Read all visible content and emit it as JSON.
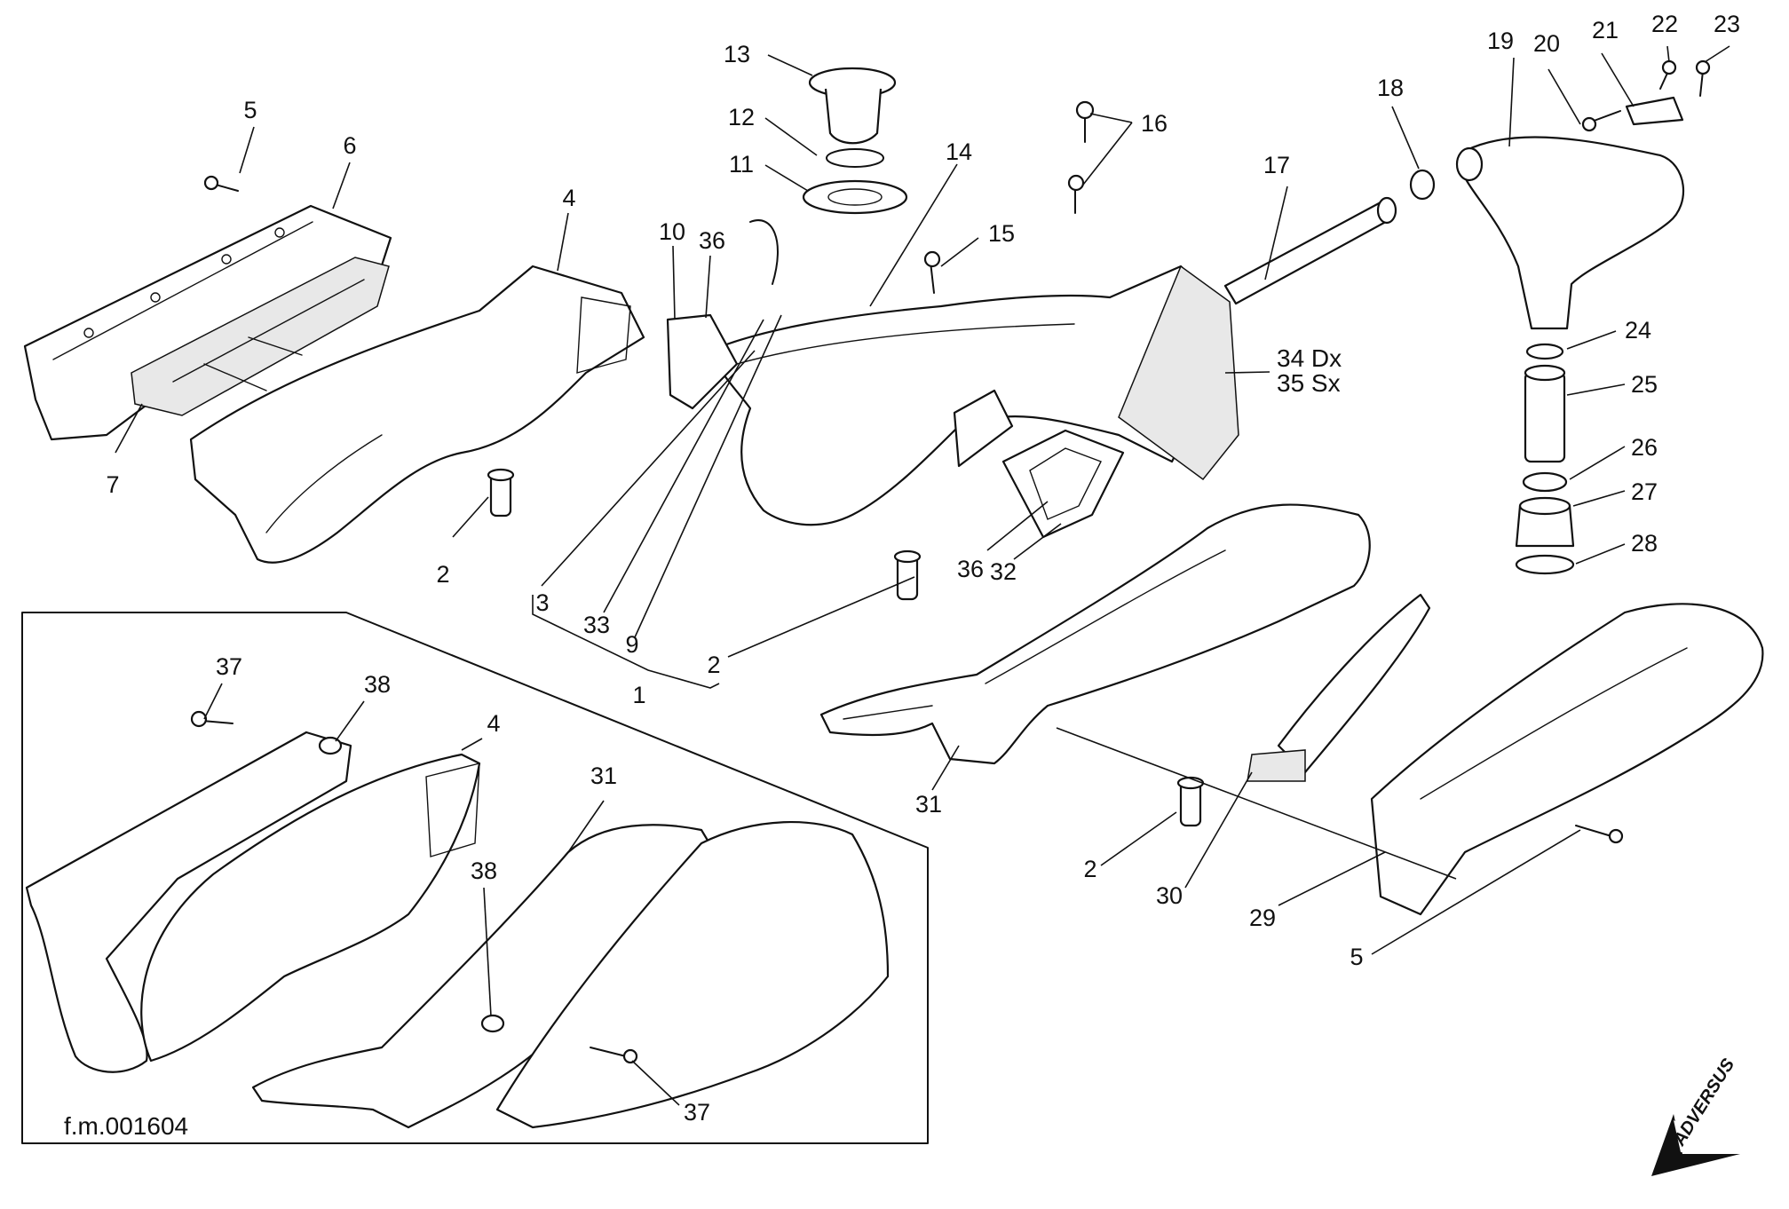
{
  "diagram": {
    "figure_code": "f.m.001604",
    "brand": "ADVERSUS",
    "callouts": [
      {
        "id": "c5a",
        "label": "5"
      },
      {
        "id": "c6",
        "label": "6"
      },
      {
        "id": "c4a",
        "label": "4"
      },
      {
        "id": "c7",
        "label": "7"
      },
      {
        "id": "c2a",
        "label": "2"
      },
      {
        "id": "c13",
        "label": "13"
      },
      {
        "id": "c12",
        "label": "12"
      },
      {
        "id": "c11",
        "label": "11"
      },
      {
        "id": "c14",
        "label": "14"
      },
      {
        "id": "c10",
        "label": "10"
      },
      {
        "id": "c36a",
        "label": "36"
      },
      {
        "id": "c15",
        "label": "15"
      },
      {
        "id": "c16",
        "label": "16"
      },
      {
        "id": "c17",
        "label": "17"
      },
      {
        "id": "c18",
        "label": "18"
      },
      {
        "id": "c19",
        "label": "19"
      },
      {
        "id": "c20",
        "label": "20"
      },
      {
        "id": "c21",
        "label": "21"
      },
      {
        "id": "c22",
        "label": "22"
      },
      {
        "id": "c23",
        "label": "23"
      },
      {
        "id": "c34",
        "label": "34 Dx"
      },
      {
        "id": "c35",
        "label": "35 Sx"
      },
      {
        "id": "c24",
        "label": "24"
      },
      {
        "id": "c25",
        "label": "25"
      },
      {
        "id": "c26",
        "label": "26"
      },
      {
        "id": "c27",
        "label": "27"
      },
      {
        "id": "c28",
        "label": "28"
      },
      {
        "id": "c3",
        "label": "3"
      },
      {
        "id": "c33",
        "label": "33"
      },
      {
        "id": "c9",
        "label": "9"
      },
      {
        "id": "c1",
        "label": "1"
      },
      {
        "id": "c2b",
        "label": "2"
      },
      {
        "id": "c36b",
        "label": "36"
      },
      {
        "id": "c32",
        "label": "32"
      },
      {
        "id": "c31a",
        "label": "31"
      },
      {
        "id": "c2c",
        "label": "2"
      },
      {
        "id": "c30",
        "label": "30"
      },
      {
        "id": "c29",
        "label": "29"
      },
      {
        "id": "c5b",
        "label": "5"
      },
      {
        "id": "c37a",
        "label": "37"
      },
      {
        "id": "c38a",
        "label": "38"
      },
      {
        "id": "c4b",
        "label": "4"
      },
      {
        "id": "c31b",
        "label": "31"
      },
      {
        "id": "c38b",
        "label": "38"
      },
      {
        "id": "c37b",
        "label": "37"
      }
    ]
  }
}
